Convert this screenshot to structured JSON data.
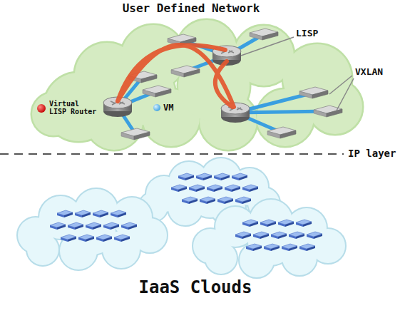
{
  "diagram": {
    "title": "User Defined Network",
    "caption": "IaaS Clouds",
    "labels": [
      "LISP",
      "VXLAN",
      "Virtual LISP Router",
      "VM",
      "IP layer"
    ]
  }
}
